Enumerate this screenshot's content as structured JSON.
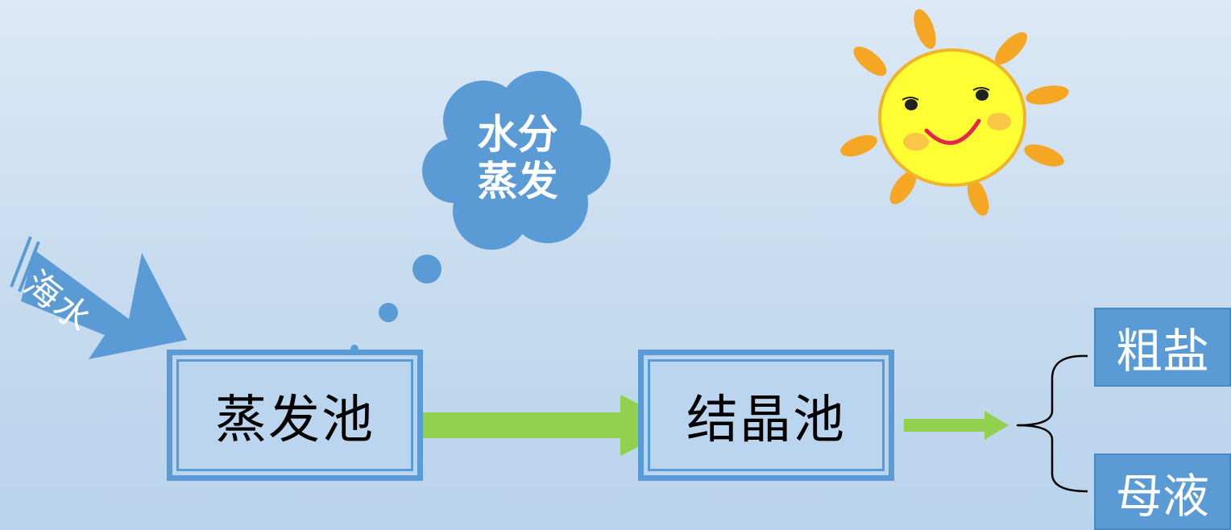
{
  "colors": {
    "blue": "#5b9bd5",
    "green_arrow": "#92d050",
    "sun_face": "#ffff33",
    "sun_rays": "#f5a623",
    "background": "#c6dbef"
  },
  "inflow": {
    "label": "海水"
  },
  "cloud": {
    "label_line1": "水分",
    "label_line2": "蒸发"
  },
  "pools": {
    "evaporation": "蒸发池",
    "crystallization": "结晶池"
  },
  "products": {
    "crude_salt": "粗盐",
    "mother_liquor": "母液"
  },
  "icons": [
    "sun-icon",
    "cloud-icon",
    "arrow-icon",
    "brace-icon"
  ]
}
